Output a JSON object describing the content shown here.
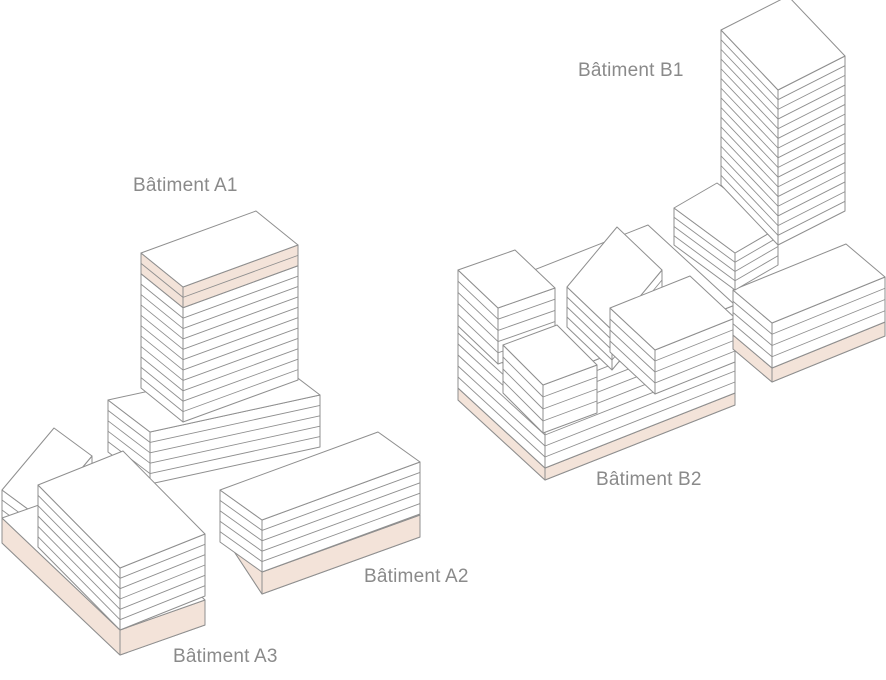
{
  "labels": {
    "a1": "Bâtiment A1",
    "a2": "Bâtiment A2",
    "a3": "Bâtiment A3",
    "b1": "Bâtiment B1",
    "b2": "Bâtiment B2"
  },
  "colors": {
    "outline": "#8f8f8f",
    "fill": "#ffffff",
    "accent_band": "#f3e3d9"
  }
}
